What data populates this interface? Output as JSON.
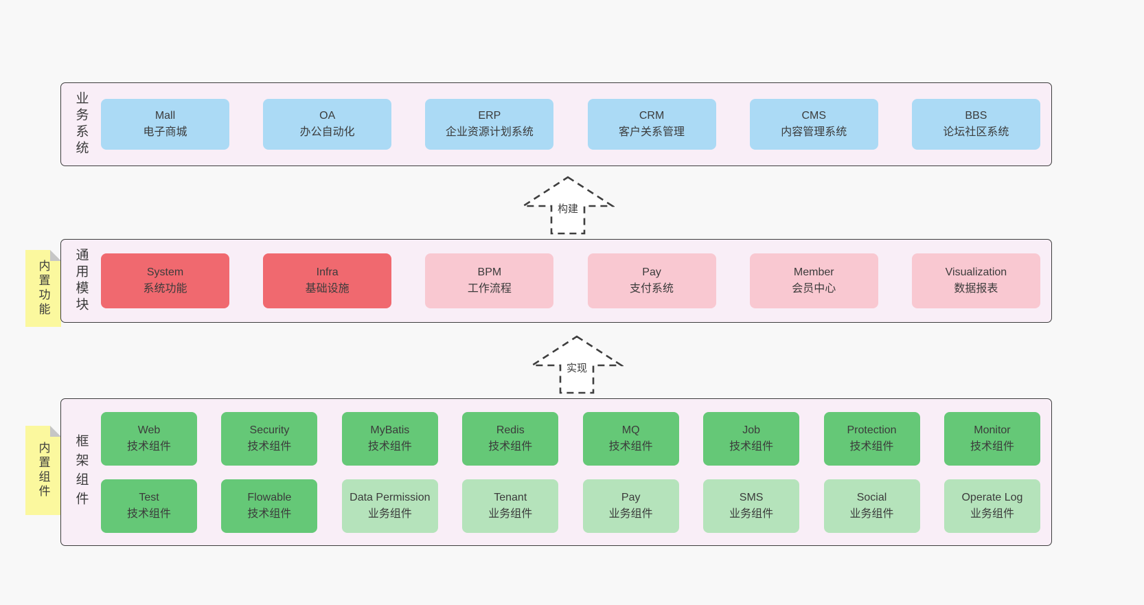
{
  "colors": {
    "page_bg": "#f8f8f8",
    "band_bg": "#f9eef7",
    "band_border": "#3c3c3c",
    "node_blue": "#abdaf5",
    "node_red": "#f0696f",
    "node_pink": "#f9c8d1",
    "node_green": "#65c877",
    "node_light_green": "#b5e3bb",
    "tab_yellow": "#fbf89e",
    "arrow_stroke": "#3e3e3e"
  },
  "band1": {
    "label": "业务系统",
    "boxes": [
      {
        "en": "Mall",
        "zh": "电子商城"
      },
      {
        "en": "OA",
        "zh": "办公自动化"
      },
      {
        "en": "ERP",
        "zh": "企业资源计划系统"
      },
      {
        "en": "CRM",
        "zh": "客户关系管理"
      },
      {
        "en": "CMS",
        "zh": "内容管理系统"
      },
      {
        "en": "BBS",
        "zh": "论坛社区系统"
      }
    ]
  },
  "arrows": {
    "build": "构建",
    "implement": "实现"
  },
  "band2": {
    "tab": "内置功能",
    "label": "通用模块",
    "boxes": [
      {
        "en": "System",
        "zh": "系统功能"
      },
      {
        "en": "Infra",
        "zh": "基础设施"
      },
      {
        "en": "BPM",
        "zh": "工作流程"
      },
      {
        "en": "Pay",
        "zh": "支付系统"
      },
      {
        "en": "Member",
        "zh": "会员中心"
      },
      {
        "en": "Visualization",
        "zh": "数据报表"
      }
    ]
  },
  "band3": {
    "tab": "内置组件",
    "label": "框架组件",
    "row1": [
      {
        "en": "Web",
        "zh": "技术组件"
      },
      {
        "en": "Security",
        "zh": "技术组件"
      },
      {
        "en": "MyBatis",
        "zh": "技术组件"
      },
      {
        "en": "Redis",
        "zh": "技术组件"
      },
      {
        "en": "MQ",
        "zh": "技术组件"
      },
      {
        "en": "Job",
        "zh": "技术组件"
      },
      {
        "en": "Protection",
        "zh": "技术组件"
      },
      {
        "en": "Monitor",
        "zh": "技术组件"
      }
    ],
    "row2": [
      {
        "en": "Test",
        "zh": "技术组件"
      },
      {
        "en": "Flowable",
        "zh": "技术组件"
      },
      {
        "en": "Data Permission",
        "zh": "业务组件"
      },
      {
        "en": "Tenant",
        "zh": "业务组件"
      },
      {
        "en": "Pay",
        "zh": "业务组件"
      },
      {
        "en": "SMS",
        "zh": "业务组件"
      },
      {
        "en": "Social",
        "zh": "业务组件"
      },
      {
        "en": "Operate Log",
        "zh": "业务组件"
      }
    ]
  }
}
